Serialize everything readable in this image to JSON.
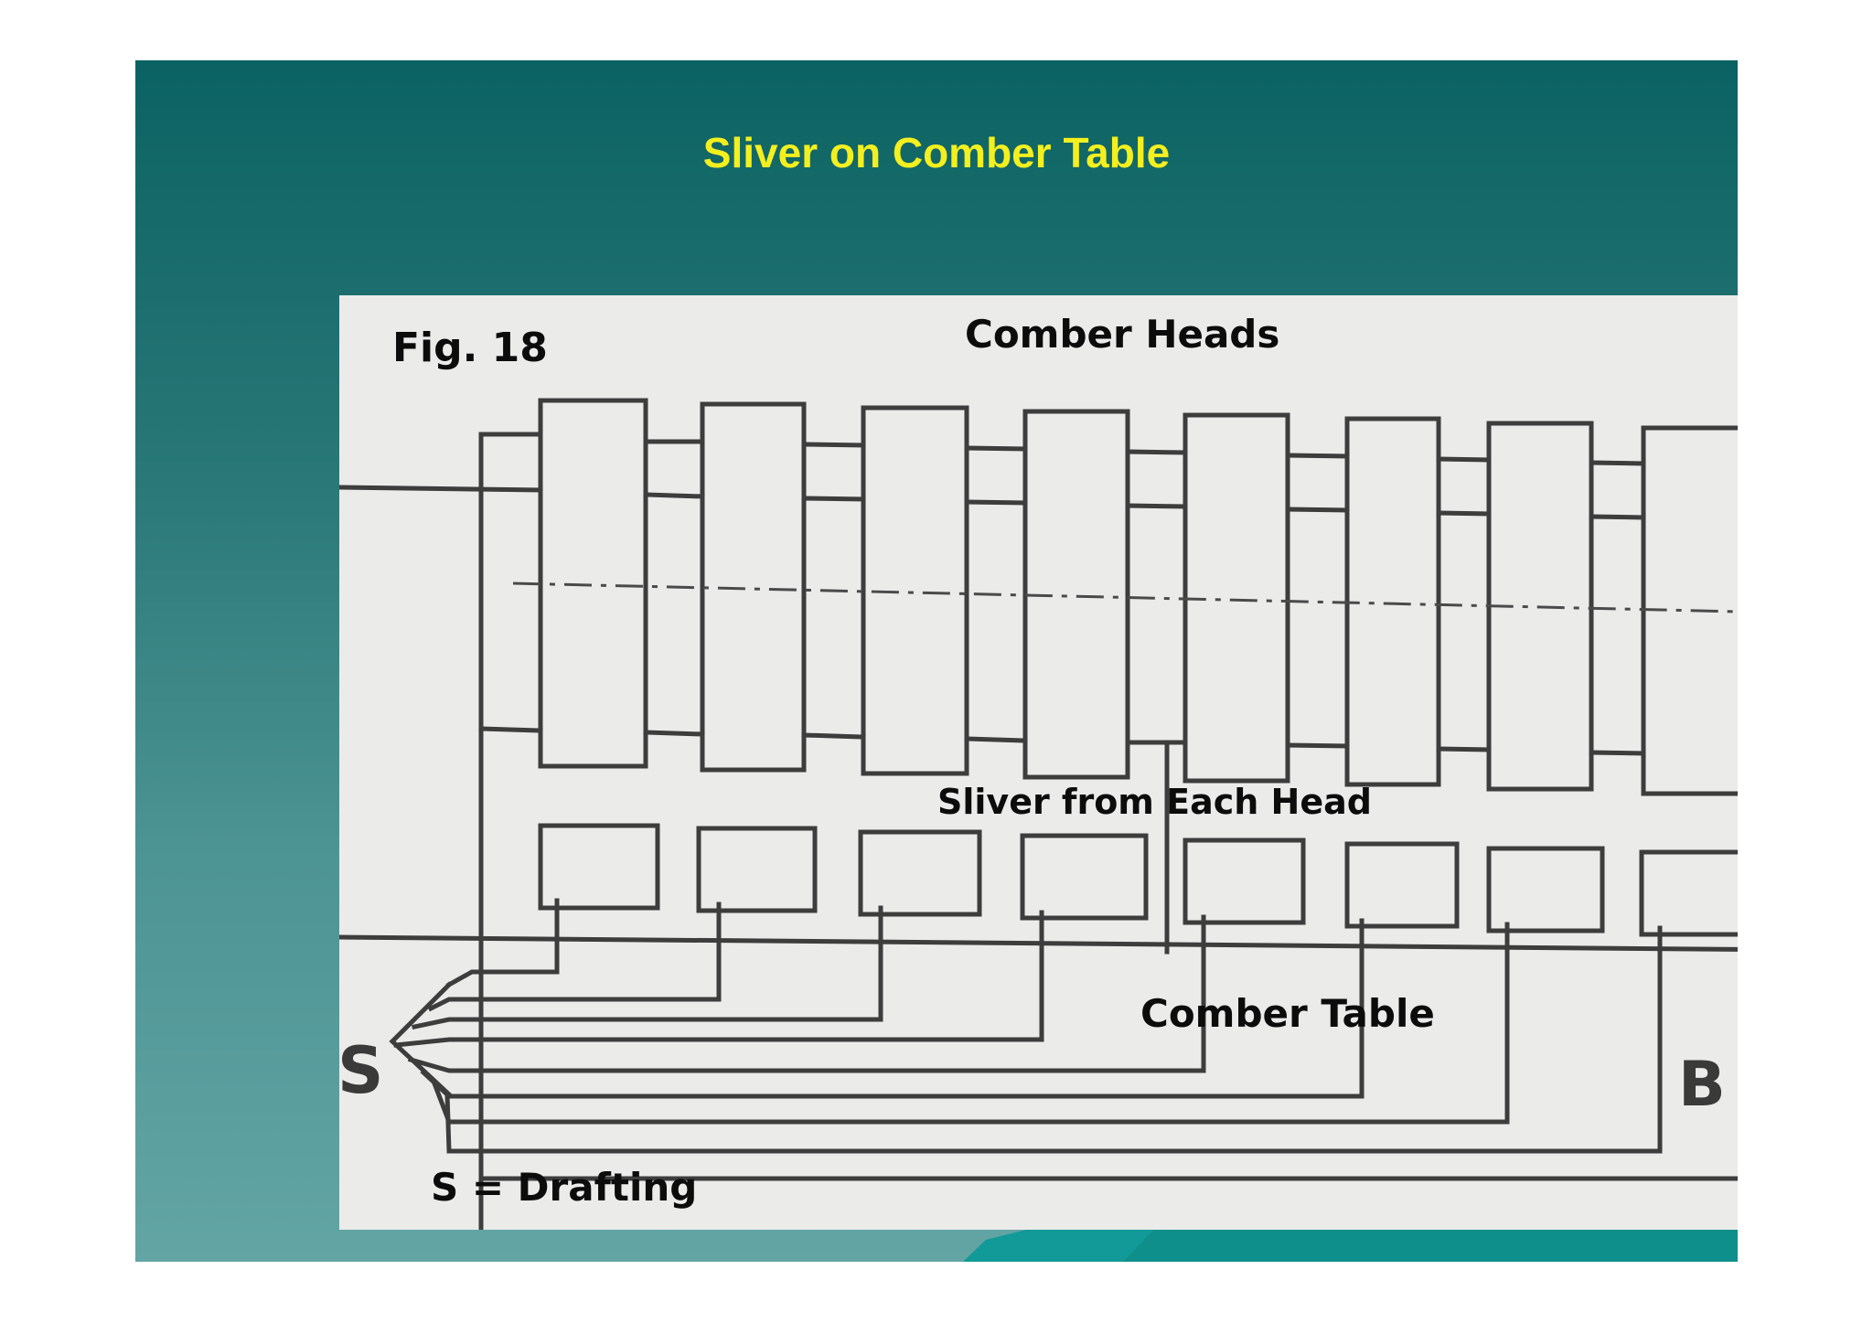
{
  "slide": {
    "title": "Sliver on Comber Table",
    "title_color": "#f4ef1e",
    "background_colors": [
      "#0b6262",
      "#63a5a5"
    ]
  },
  "figure": {
    "fig_label": "Fig. 18",
    "heads_label": "Comber Heads",
    "sliver_label": "Sliver from Each Head",
    "table_label": "Comber Table",
    "drafting_label": "S = Drafting",
    "letter_s": "S",
    "letter_b": "B",
    "comber_head_count": 8
  }
}
